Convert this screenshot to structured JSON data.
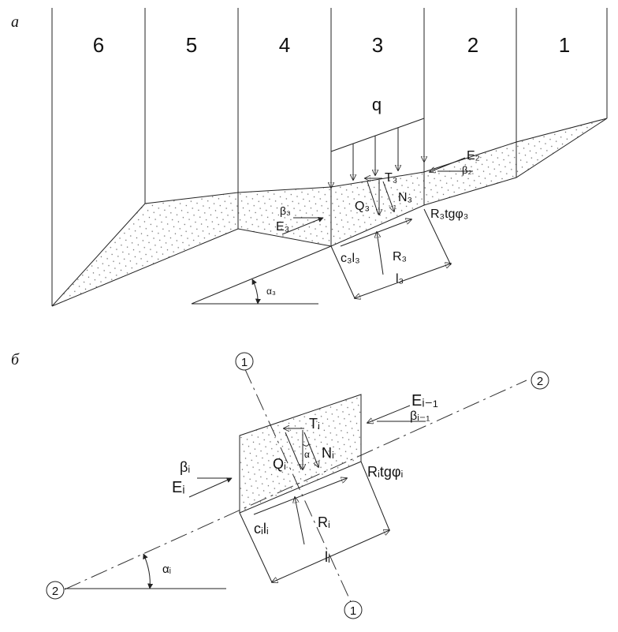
{
  "part_a": {
    "label": "а",
    "columns": [
      "6",
      "5",
      "4",
      "3",
      "2",
      "1"
    ],
    "load": "q",
    "E2": "E₂",
    "beta2": "β₂",
    "T3": "T₃",
    "N3": "N₃",
    "Q3": "Q₃",
    "beta3": "β₃",
    "E3": "E₃",
    "R3tgphi3": "R₃tgφ₃",
    "c3l3": "c₃l₃",
    "R3": "R₃",
    "l3": "l₃",
    "alpha3": "α₃"
  },
  "part_b": {
    "label": "б",
    "axis1_top": "1",
    "axis1_bottom": "1",
    "axis2_right": "2",
    "axis2_left": "2",
    "Ei1": "Eᵢ₋₁",
    "betai1": "βᵢ₋₁",
    "Ti": "Tᵢ",
    "Ni": "Nᵢ",
    "Qi": "Qᵢ",
    "alpha_small": "α",
    "betai": "βᵢ",
    "Ei": "Eᵢ",
    "Ritgphii": "Rᵢtgφᵢ",
    "cili": "cᵢlᵢ",
    "Ri": "Rᵢ",
    "li": "lᵢ",
    "alphai": "αᵢ"
  }
}
